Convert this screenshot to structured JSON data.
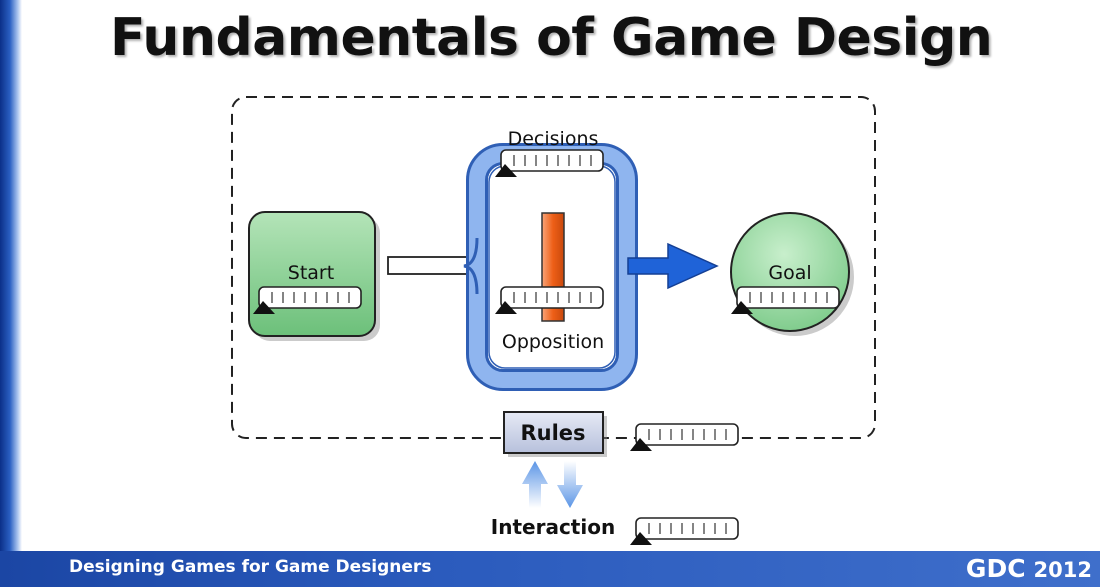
{
  "slide": {
    "title": "Fundamentals of Game Design"
  },
  "diagram": {
    "start_label": "Start",
    "goal_label": "Goal",
    "decisions_label": "Decisions",
    "opposition_label": "Opposition",
    "rules_label": "Rules",
    "interaction_label": "Interaction"
  },
  "footer": {
    "text": "Designing Games for Game Designers",
    "logo": "GDC",
    "year": "2012"
  },
  "colors": {
    "start_fill": "#7ccb86",
    "goal_fill": "#8fd39a",
    "loop_blue": "#5d8fdf",
    "arrow_blue": "#1f63d8",
    "opposition_orange": "#ef6a24",
    "rules_fill": "#cfd6ea",
    "footer_blue": "#2b5bbd"
  }
}
